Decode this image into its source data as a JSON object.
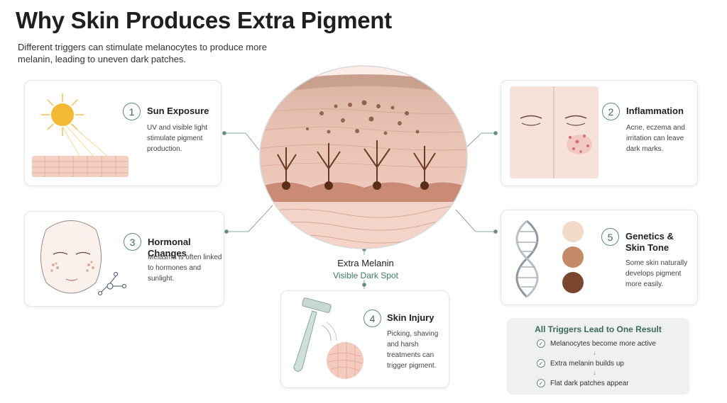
{
  "header": {
    "title": "Why Skin Produces Extra Pigment",
    "subtitle": "Different triggers can stimulate melanocytes to produce more melanin, leading to uneven dark patches."
  },
  "center": {
    "label": "Extra Melanin",
    "sublabel": "Visible Dark Spot"
  },
  "triggers": [
    {
      "number": "1",
      "title": "Sun Exposure",
      "description": "UV and visible light stimulate pigment production."
    },
    {
      "number": "2",
      "title": "Inflammation",
      "description": "Acne, eczema and irritation can leave dark marks."
    },
    {
      "number": "3",
      "title": "Hormonal Changes",
      "description": "Melasma is often linked to hormones and sunlight."
    },
    {
      "number": "4",
      "title": "Skin Injury",
      "description": "Picking, shaving and harsh treatments can trigger pigment."
    },
    {
      "number": "5",
      "title": "Genetics & Skin Tone",
      "description": "Some skin naturally develops pigment more easily."
    }
  ],
  "result": {
    "title": "All Triggers Lead to One Result",
    "steps": [
      "Melanocytes become more active",
      "Extra melanin builds up",
      "Flat dark patches appear"
    ]
  },
  "colors": {
    "accent": "#3e6a5c",
    "skin": "#f0c9bb",
    "melanin": "#6b3a24"
  }
}
